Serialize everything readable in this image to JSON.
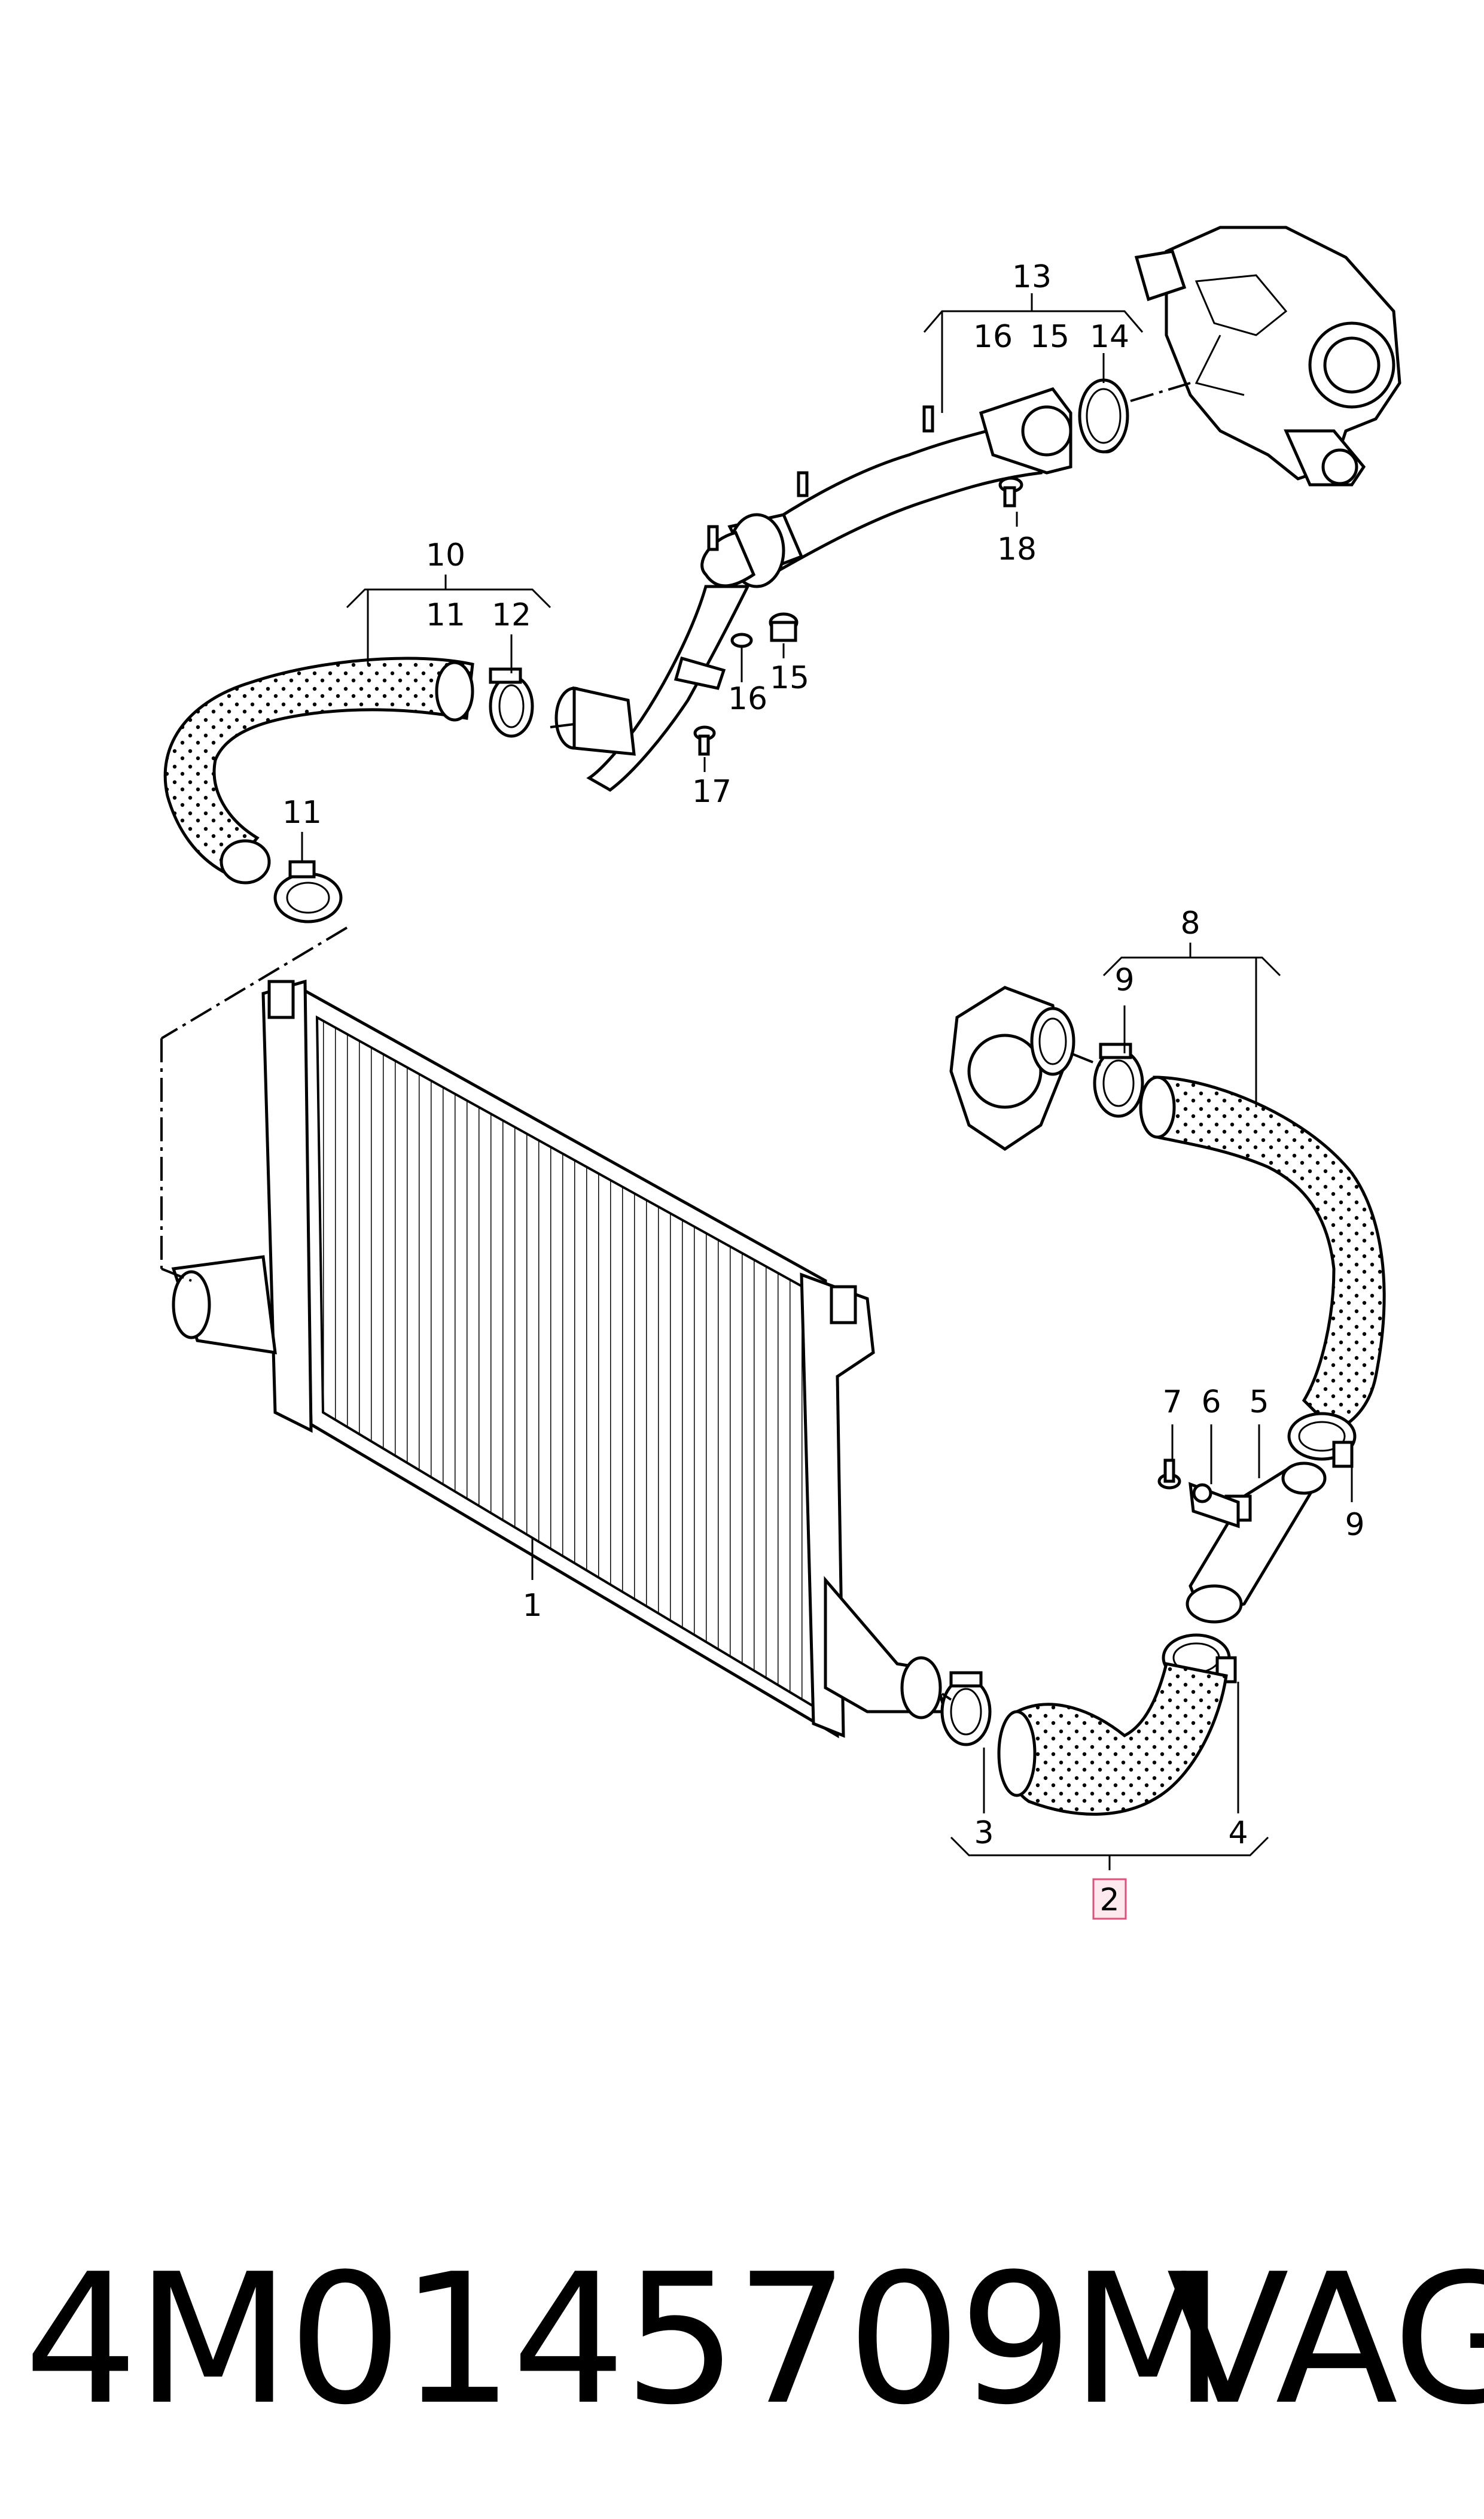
{
  "callouts": {
    "c1": "1",
    "c2": "2",
    "c3": "3",
    "c4": "4",
    "c5": "5",
    "c6": "6",
    "c7": "7",
    "c8": "8",
    "c9a": "9",
    "c9b": "9",
    "c10": "10",
    "c11a": "11",
    "c11b": "11",
    "c12": "12",
    "c13": "13",
    "c14": "14",
    "c15a": "15",
    "c15b": "15",
    "c16a": "16",
    "c16b": "16",
    "c17": "17",
    "c18": "18"
  },
  "highlight_color": "#e0507a",
  "footer": {
    "part_number": "4M0145709M",
    "brand": "VAG"
  }
}
